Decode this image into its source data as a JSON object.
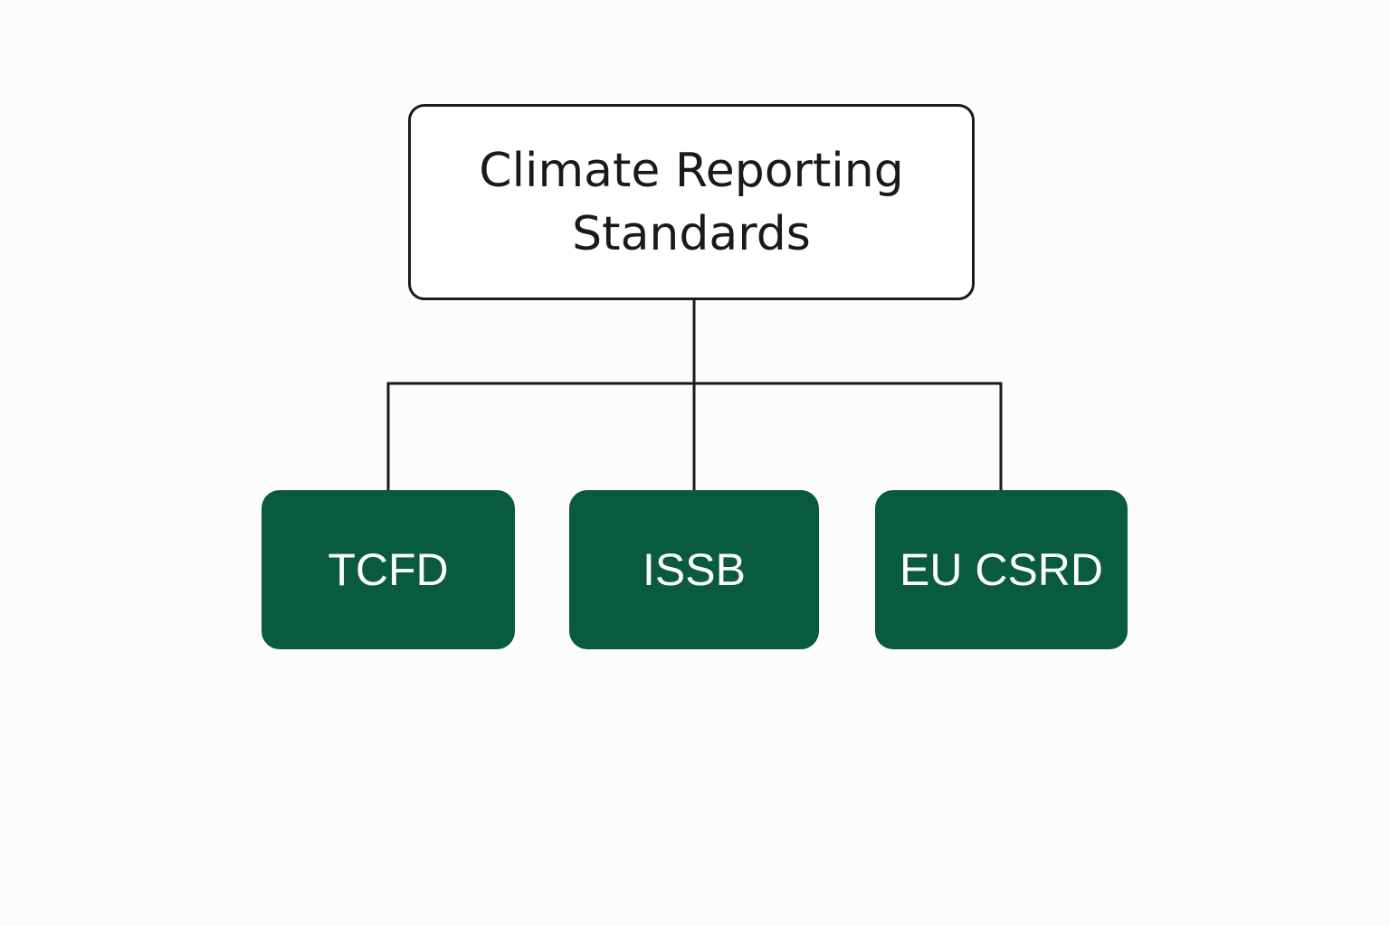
{
  "colors": {
    "background": "#fcfcfa",
    "root_border": "#1a1a1a",
    "root_fill": "#ffffff",
    "root_text": "#1a1a1a",
    "connector": "#1a1a1a",
    "child_fill": "#085a40",
    "child_text": "#ffffff"
  },
  "root": {
    "title": "Climate Reporting Standards"
  },
  "children": [
    {
      "label": "TCFD"
    },
    {
      "label": "ISSB"
    },
    {
      "label": "EU CSRD"
    }
  ]
}
